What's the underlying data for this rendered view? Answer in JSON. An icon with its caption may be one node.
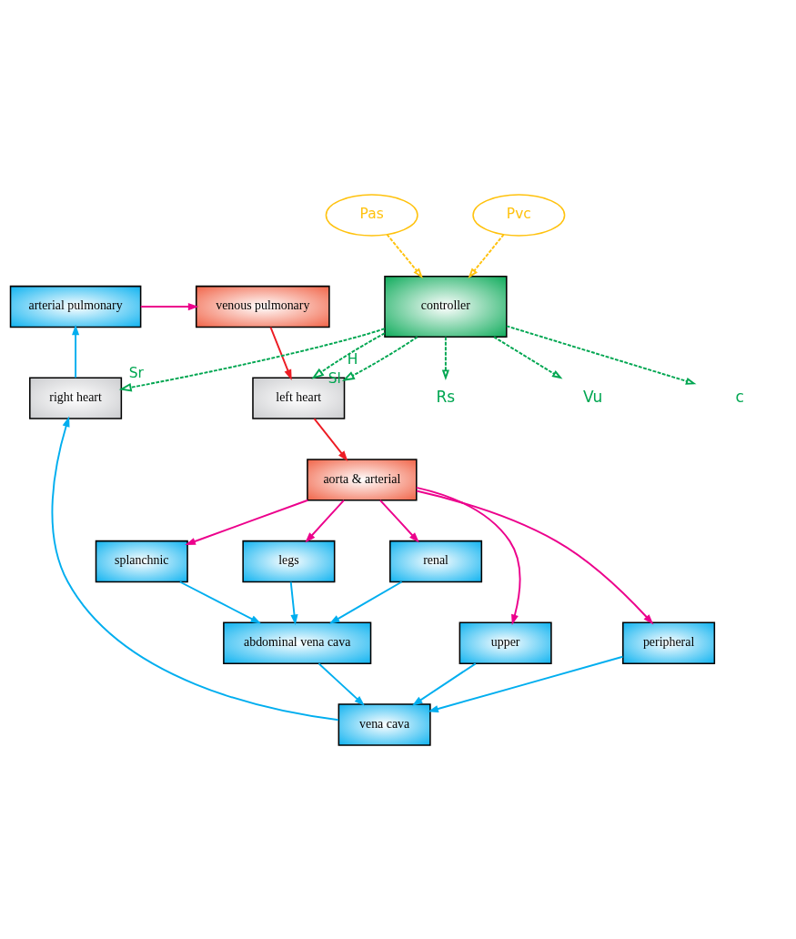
{
  "diagram": {
    "nodes": [
      {
        "text": [
          "arterial pulmonary"
        ]
      },
      {
        "text": [
          "venous pulmonary"
        ]
      },
      {
        "text": [
          "right heart"
        ]
      },
      {
        "text": [
          "left heart"
        ]
      },
      {
        "text": [
          "controller"
        ]
      },
      {
        "text": [
          "aorta & arterial"
        ]
      },
      {
        "text": [
          "Pas"
        ]
      },
      {
        "text": [
          "upper"
        ]
      },
      {
        "text": [
          "Pvc"
        ]
      },
      {
        "text": [
          "vena cava"
        ]
      },
      {
        "text": [
          "peripheral"
        ]
      },
      {
        "text": [
          "renal"
        ]
      },
      {
        "text": [
          "splanchnic"
        ]
      },
      {
        "text": [
          "abdominal vena cava"
        ]
      },
      {
        "text": [
          "legs"
        ]
      },
      {
        "text": [
          "Rs"
        ]
      },
      {
        "text": [
          "Vu"
        ]
      },
      {
        "text": [
          "c"
        ]
      }
    ],
    "edges": [
      {
        "from": 0,
        "to": 1,
        "arrow": "to",
        "color": "#ec008c"
      },
      {
        "from": 2,
        "to": 0,
        "arrow": "to"
      },
      {
        "from": 1,
        "to": 3,
        "arrow": "to",
        "color": "#ed1c24"
      },
      {
        "from": 4,
        "to": 2,
        "arrow": "to",
        "label": "Sr",
        "style": "dashed",
        "color": "#00a651"
      },
      {
        "from": 4,
        "to": 3,
        "arrow": "to",
        "label": "Sl",
        "style": "dashed",
        "color": "#00a651"
      },
      {
        "from": 4,
        "to": 3,
        "arrow": "to",
        "label": "H",
        "style": "dashed",
        "color": "#00a651"
      },
      {
        "from": 3,
        "to": 5,
        "arrow": "to",
        "color": "#ed1c24"
      },
      {
        "from": 6,
        "to": 4,
        "arrow": "to",
        "style": "dashed",
        "color": "#ffc20e"
      },
      {
        "from": 8,
        "to": 4,
        "arrow": "to",
        "style": "dashed",
        "color": "#ffc20e"
      },
      {
        "from": 9,
        "to": 2,
        "arrow": "to"
      },
      {
        "from": 5,
        "to": 7,
        "arrow": "to",
        "color": "#ec008c"
      },
      {
        "from": 5,
        "to": 10,
        "arrow": "to",
        "color": "#ec008c"
      },
      {
        "from": 5,
        "to": 11,
        "arrow": "to",
        "color": "#ec008c"
      },
      {
        "from": 5,
        "to": 12,
        "arrow": "to",
        "color": "#ec008c"
      },
      {
        "from": 5,
        "to": 14,
        "arrow": "to",
        "color": "#ec008c"
      },
      {
        "from": 7,
        "to": 9,
        "arrow": "to"
      },
      {
        "from": 10,
        "to": 9,
        "arrow": "to"
      },
      {
        "from": 13,
        "to": 9,
        "arrow": "to"
      },
      {
        "from": 11,
        "to": 13,
        "arrow": "to"
      },
      {
        "from": 12,
        "to": 13,
        "arrow": "to"
      },
      {
        "from": 14,
        "to": 13,
        "arrow": "to"
      },
      {
        "from": 4,
        "to": 15,
        "arrow": "to",
        "style": "dashed",
        "color": "#00a651"
      },
      {
        "from": 4,
        "to": 16,
        "arrow": "to",
        "style": "dashed",
        "color": "#00a651"
      },
      {
        "from": 4,
        "to": 17,
        "arrow": "to",
        "style": "dashed",
        "color": "#00a651"
      }
    ]
  }
}
